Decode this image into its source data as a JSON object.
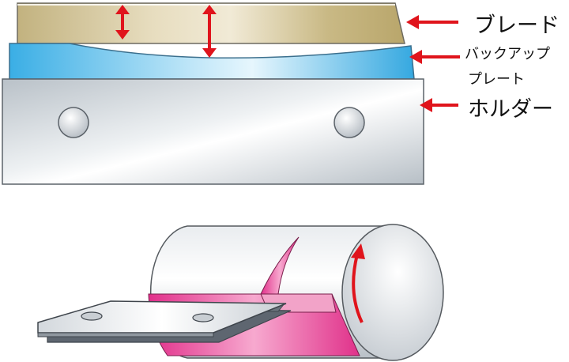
{
  "labels": {
    "blade": "ブレード",
    "backup_plate_line1": "バックアップ",
    "backup_plate_line2": "プレート",
    "holder": "ホルダー"
  },
  "colors": {
    "arrow": "#e0141c",
    "blade_gold": "#c7b787",
    "backup_blue": "#3fb4e8",
    "holder_silver": "#cfd5da",
    "film_pink": "#e8318c",
    "roll_silver": "#d7dbe0",
    "outline": "#555a5f"
  }
}
